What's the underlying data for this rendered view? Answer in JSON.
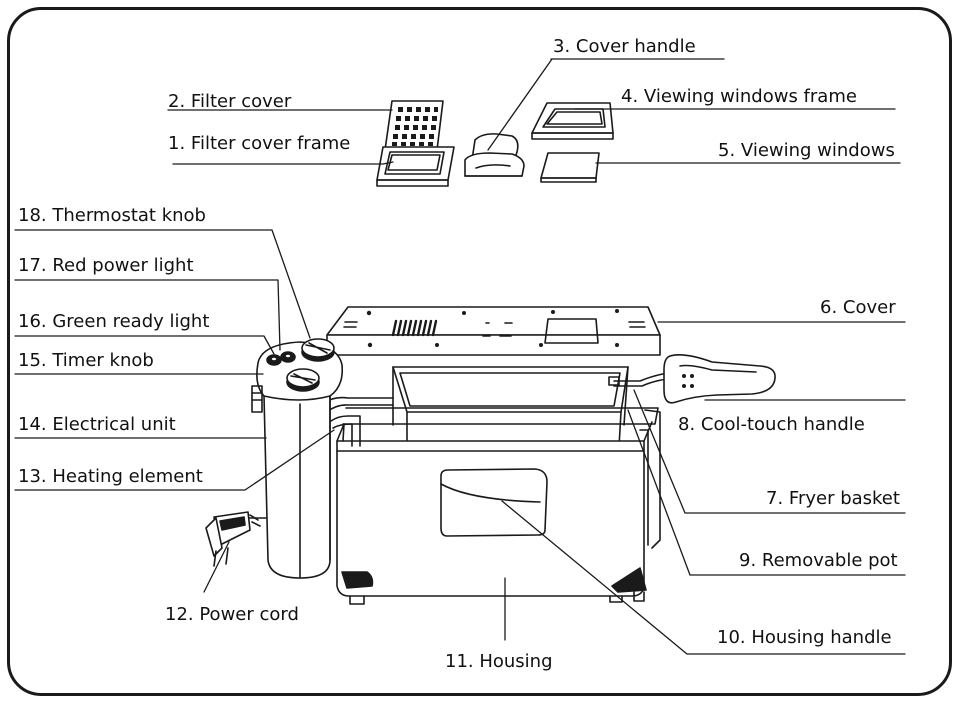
{
  "labels": {
    "l1": "1. Filter cover frame",
    "l2": "2. Filter cover",
    "l3": "3. Cover handle",
    "l4": "4. Viewing windows frame",
    "l5": "5. Viewing windows",
    "l6": "6. Cover",
    "l7": "7. Fryer basket",
    "l8": "8. Cool-touch handle",
    "l9": "9. Removable pot",
    "l10": "10. Housing handle",
    "l11": "11. Housing",
    "l12": "12. Power cord",
    "l13": "13. Heating element",
    "l14": "14. Electrical unit",
    "l15": "15. Timer knob",
    "l16": "16. Green ready light",
    "l17": "17. Red power light",
    "l18": "18. Thermostat knob"
  }
}
